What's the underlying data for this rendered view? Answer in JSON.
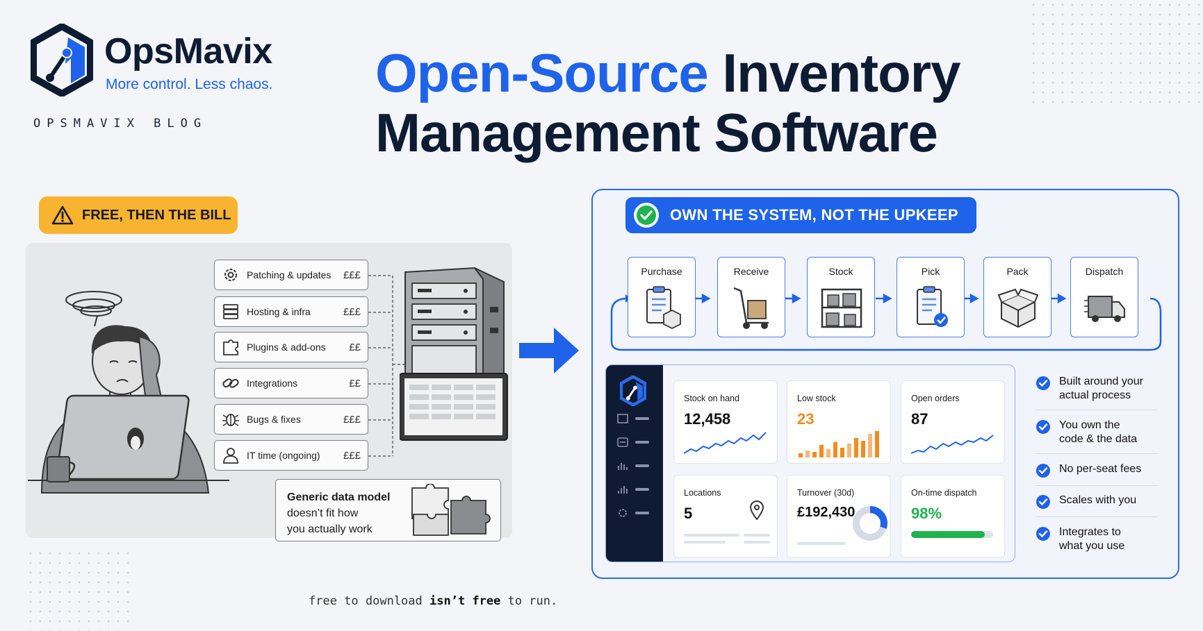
{
  "brand": {
    "name": "OpsMavix",
    "tagline": "More control. Less chaos.",
    "blog_label": "OPSMAVIX BLOG",
    "accent_color": "#1e63e9"
  },
  "headline": {
    "accent": "Open-Source",
    "rest": "Inventory Management Software"
  },
  "left": {
    "badge": "FREE, THEN THE BILL",
    "badge_color": "#f8b431",
    "costs": [
      {
        "icon": "gear-icon",
        "label": "Patching & updates",
        "cost": "£££"
      },
      {
        "icon": "server-icon",
        "label": "Hosting & infra",
        "cost": "£££"
      },
      {
        "icon": "puzzle-icon",
        "label": "Plugins & add-ons",
        "cost": "££"
      },
      {
        "icon": "link-icon",
        "label": "Integrations",
        "cost": "££"
      },
      {
        "icon": "bug-icon",
        "label": "Bugs & fixes",
        "cost": "£££"
      },
      {
        "icon": "user-icon",
        "label": "IT time (ongoing)",
        "cost": "£££"
      }
    ],
    "generic": {
      "line1": "Generic data model",
      "line2": "doesn’t fit how",
      "line3": "you actually work"
    }
  },
  "right": {
    "badge": "OWN THE SYSTEM, NOT THE UPKEEP",
    "steps": [
      "Purchase",
      "Receive",
      "Stock",
      "Pick",
      "Pack",
      "Dispatch"
    ],
    "cards": [
      {
        "label": "Stock on hand",
        "value": "12,458",
        "color": "#111111"
      },
      {
        "label": "Low stock",
        "value": "23",
        "color": "#f28c1e"
      },
      {
        "label": "Open orders",
        "value": "87",
        "color": "#111111"
      },
      {
        "label": "Locations",
        "value": "5",
        "color": "#111111"
      },
      {
        "label": "Turnover (30d)",
        "value": "£192,430",
        "color": "#111111"
      },
      {
        "label": "On-time dispatch",
        "value": "98%",
        "color": "#1fb350"
      }
    ],
    "on_time_fraction": 0.9,
    "turnover_ring_fraction": 0.3,
    "benefits": [
      {
        "line1": "Built around your",
        "line2": "actual process"
      },
      {
        "line1": "You own the",
        "line2": "code & the data"
      },
      {
        "line1": "No per-seat fees",
        "line2": ""
      },
      {
        "line1": "Scales with you",
        "line2": ""
      },
      {
        "line1": "Integrates to",
        "line2": "what you use"
      }
    ]
  },
  "footer": {
    "p1": "free to download ",
    "p2": "isn’t free",
    "p3": " to run."
  }
}
